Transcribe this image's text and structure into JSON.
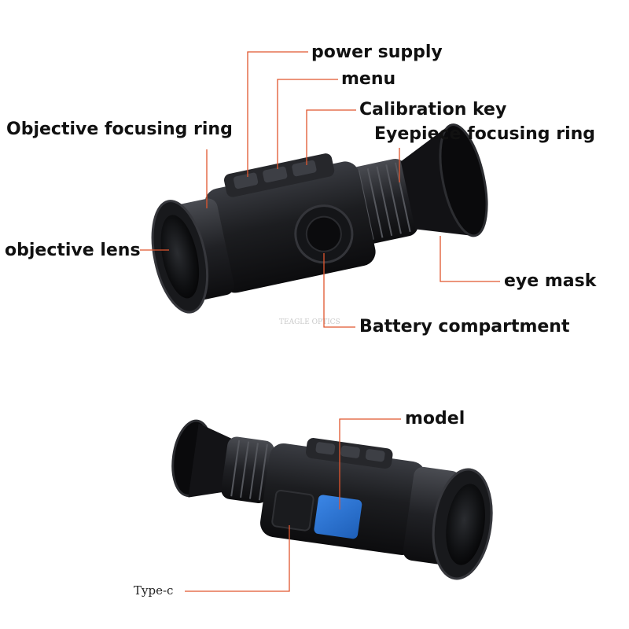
{
  "labels": {
    "power_supply": "power supply",
    "menu": "menu",
    "calibration_key": "Calibration key",
    "objective_focusing_ring": "Objective focusing ring",
    "eyepiece_focusing_ring": "Eyepiece focusing ring",
    "objective_lens": "objective lens",
    "eye_mask": "eye mask",
    "battery_compartment": "Battery compartment",
    "model": "model",
    "type_c": "Type-c"
  },
  "colors": {
    "leader_line": "#e0562e",
    "device_body": "#1c1d20",
    "badge_blue": "#2f78d6"
  }
}
